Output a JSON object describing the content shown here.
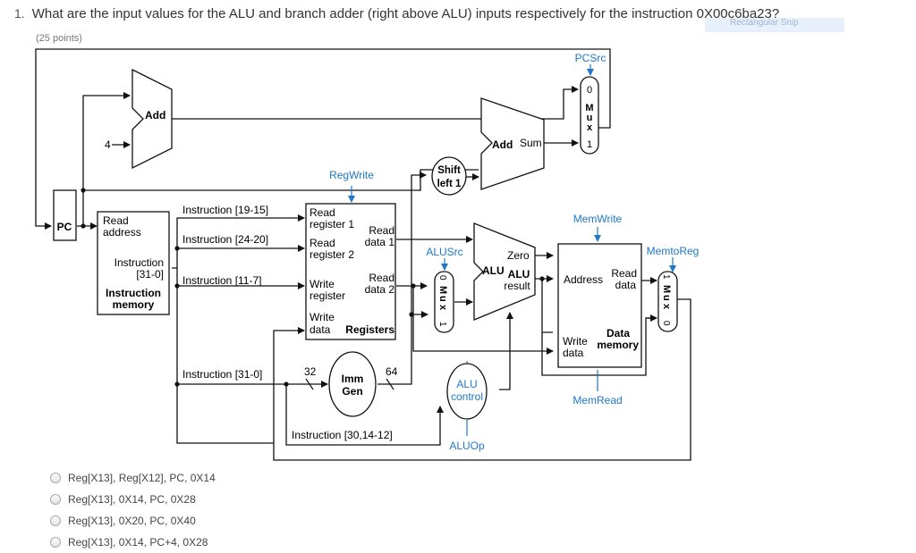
{
  "question": {
    "number": "1.",
    "text": "What are the input values for the ALU and branch adder (right above ALU) inputs respectively for the instruction 0X00c6ba23?",
    "points": "(25 points)"
  },
  "snip_label": "Rectangular Snip",
  "diagram": {
    "pc": "PC",
    "add_top": "Add",
    "four": "4",
    "add_branch": "Add",
    "sum": "Sum",
    "shift_left": [
      "Shift",
      "left 1"
    ],
    "pcsrc": "PCSrc",
    "mux": [
      "M",
      "u",
      "x"
    ],
    "mux_top_in": "0",
    "mux_top_in2": "1",
    "mux_alu_in0": "0",
    "mux_alu_in1": "1",
    "mux_mem_in0": "0",
    "mux_mem_in1": "1",
    "regwrite": "RegWrite",
    "imem": {
      "read_address": [
        "Read",
        "address"
      ],
      "instruction": [
        "Instruction",
        "[31-0]"
      ],
      "title": [
        "Instruction",
        "memory"
      ]
    },
    "instr_fields": {
      "f19_15": "Instruction [19-15]",
      "f24_20": "Instruction [24-20]",
      "f11_7": "Instruction [11-7]",
      "f31_0": "Instruction [31-0]",
      "f30": "Instruction [30,14-12]"
    },
    "regs": {
      "read_reg1": [
        "Read",
        "register 1"
      ],
      "read_reg2": [
        "Read",
        "register 2"
      ],
      "write_reg": [
        "Write",
        "register"
      ],
      "write_data": [
        "Write",
        "data"
      ],
      "read_data1": [
        "Read",
        "data 1"
      ],
      "read_data2": [
        "Read",
        "data 2"
      ],
      "title": "Registers"
    },
    "alusrc": "ALUSrc",
    "alu": "ALU",
    "zero": "Zero",
    "alu_result": [
      "ALU",
      "result"
    ],
    "alu_control": [
      "ALU",
      "control"
    ],
    "aluop": "ALUOp",
    "memwrite": "MemWrite",
    "memtoreg": "MemtoReg",
    "memread": "MemRead",
    "dmem": {
      "address": "Address",
      "read_data": [
        "Read",
        "data"
      ],
      "write_data": [
        "Write",
        "data"
      ],
      "title": [
        "Data",
        "memory"
      ]
    },
    "immgen": [
      "Imm",
      "Gen"
    ],
    "bits_in": "32",
    "bits_out": "64",
    "colors": {
      "control": "#1f77c7",
      "wire": "#111111"
    }
  },
  "options": [
    "Reg[X13], Reg[X12], PC, 0X14",
    "Reg[X13], 0X14, PC, 0X28",
    "Reg[X13], 0X20, PC, 0X40",
    "Reg[X13], 0X14, PC+4, 0X28"
  ]
}
